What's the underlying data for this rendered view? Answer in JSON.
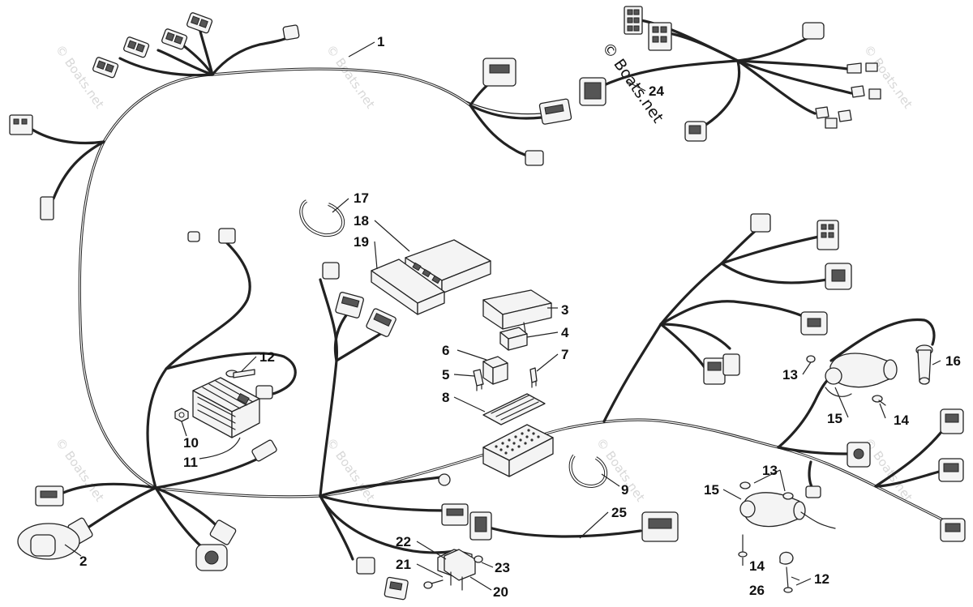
{
  "watermark": {
    "text": "© Boats.net",
    "featured_text": "© Boats.net"
  },
  "callouts": [
    {
      "id": "c1",
      "label": "1"
    },
    {
      "id": "c2",
      "label": "2"
    },
    {
      "id": "c3",
      "label": "3"
    },
    {
      "id": "c4",
      "label": "4"
    },
    {
      "id": "c5",
      "label": "5"
    },
    {
      "id": "c6",
      "label": "6"
    },
    {
      "id": "c7",
      "label": "7"
    },
    {
      "id": "c8",
      "label": "8"
    },
    {
      "id": "c9",
      "label": "9"
    },
    {
      "id": "c10",
      "label": "10"
    },
    {
      "id": "c11",
      "label": "11"
    },
    {
      "id": "c12a",
      "label": "12"
    },
    {
      "id": "c12b",
      "label": "12"
    },
    {
      "id": "c13a",
      "label": "13"
    },
    {
      "id": "c13b",
      "label": "13"
    },
    {
      "id": "c14a",
      "label": "14"
    },
    {
      "id": "c14b",
      "label": "14"
    },
    {
      "id": "c15a",
      "label": "15"
    },
    {
      "id": "c15b",
      "label": "15"
    },
    {
      "id": "c16",
      "label": "16"
    },
    {
      "id": "c17",
      "label": "17"
    },
    {
      "id": "c18",
      "label": "18"
    },
    {
      "id": "c19",
      "label": "19"
    },
    {
      "id": "c20",
      "label": "20"
    },
    {
      "id": "c21",
      "label": "21"
    },
    {
      "id": "c22",
      "label": "22"
    },
    {
      "id": "c23",
      "label": "23"
    },
    {
      "id": "c24",
      "label": "24"
    },
    {
      "id": "c25",
      "label": "25"
    },
    {
      "id": "c26",
      "label": "26"
    }
  ]
}
